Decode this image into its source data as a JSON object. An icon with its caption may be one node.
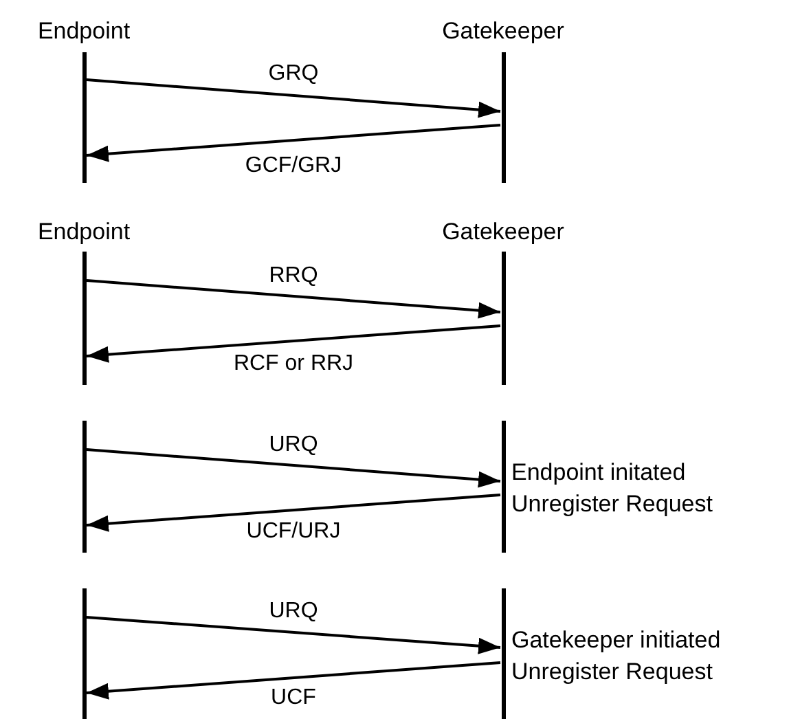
{
  "diagram": {
    "nodes": [
      {
        "text": [
          "Endpoint"
        ]
      },
      {
        "text": [
          "Gatekeeper"
        ]
      },
      {
        "text": [
          "Endpoint"
        ]
      },
      {
        "text": [
          "Gatekeeper"
        ]
      },
      {
        "text": [],
        "shape": "bar"
      },
      {
        "text": [],
        "shape": "bar",
        "beside": [
          "Endpoint initated Unregister Request"
        ]
      },
      {
        "text": [],
        "shape": "bar"
      },
      {
        "text": [],
        "shape": "bar",
        "beside": [
          "Gatekeeper initiated Unregister Request"
        ]
      }
    ],
    "edges": [
      {
        "from": 0,
        "to": 1,
        "arrow": "to",
        "label": "GRQ"
      },
      {
        "from": 1,
        "to": 0,
        "arrow": "to",
        "label": "GCF/GRJ"
      },
      {
        "from": 2,
        "to": 3,
        "arrow": "to",
        "label": "RRQ"
      },
      {
        "from": 3,
        "to": 2,
        "arrow": "to",
        "label": "RCF or RRJ"
      },
      {
        "from": 4,
        "to": 5,
        "arrow": "to",
        "label": "URQ"
      },
      {
        "from": 5,
        "to": 4,
        "arrow": "to",
        "label": "UCF/URJ"
      },
      {
        "from": 6,
        "to": 7,
        "arrow": "to",
        "label": "URQ"
      },
      {
        "from": 7,
        "to": 6,
        "arrow": "to",
        "label": "UCF"
      }
    ]
  }
}
